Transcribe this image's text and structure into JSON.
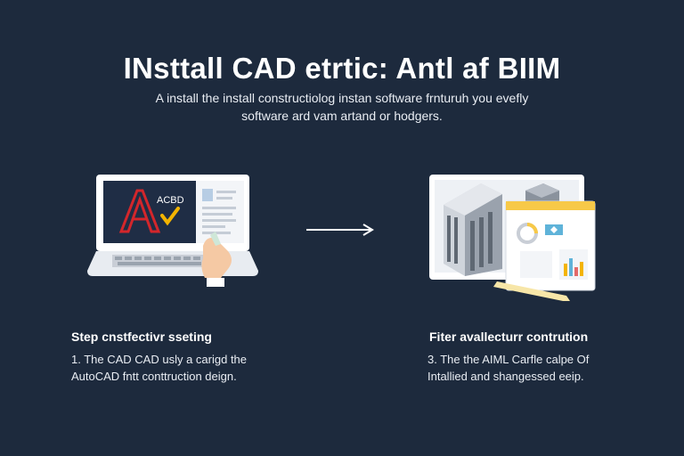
{
  "title": "INsttall CAD etrtic: Antl af BIIM",
  "subtitle_line1": "A install the install  constructiolog instan software frnturuh you evefly",
  "subtitle_line2": "software ard vam artand or hodgers.",
  "laptop_screen_label": "ACBD",
  "step_left": {
    "title": "Step cnstfectivr sseting",
    "line1": "1. The CAD CAD usly a carigd the",
    "line2": "AutoCAD fntt conttruction deign."
  },
  "step_right": {
    "title": "Fiter avallecturr contrution",
    "line1": "3. The the AIML Carfle calpe Of",
    "line2": "Intallied and shangessed eeip."
  },
  "colors": {
    "background": "#1d2a3d",
    "laptop_screen": "#1f2d45",
    "cad_red": "#d3262b",
    "check_yellow": "#f3b400",
    "accent_yellow": "#f7c948"
  }
}
